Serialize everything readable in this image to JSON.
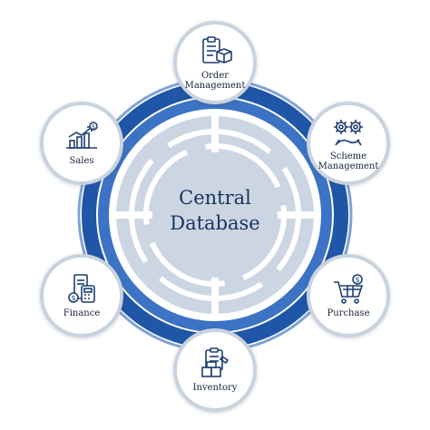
{
  "center": {
    "title": "Central\nDatabase"
  },
  "colors": {
    "ring_dark": "#1f56a8",
    "ring_mid": "#3c73c4",
    "ring_light": "#7fa3d6",
    "disk": "#ccd6e2",
    "node_border": "#c9d3de",
    "icon": "#1f3f73",
    "text": "#17223b"
  },
  "modules": [
    {
      "id": "order",
      "label": "Order\nManagement",
      "icon": "clipboard-box-icon"
    },
    {
      "id": "scheme",
      "label": "Scheme\nManagement",
      "icon": "gears-icon"
    },
    {
      "id": "purchase",
      "label": "Purchase",
      "icon": "cart-icon"
    },
    {
      "id": "inventory",
      "label": "Inventory",
      "icon": "clipboard-boxes-icon"
    },
    {
      "id": "finance",
      "label": "Finance",
      "icon": "calculator-icon"
    },
    {
      "id": "sales",
      "label": "Sales",
      "icon": "growth-chart-icon"
    }
  ]
}
